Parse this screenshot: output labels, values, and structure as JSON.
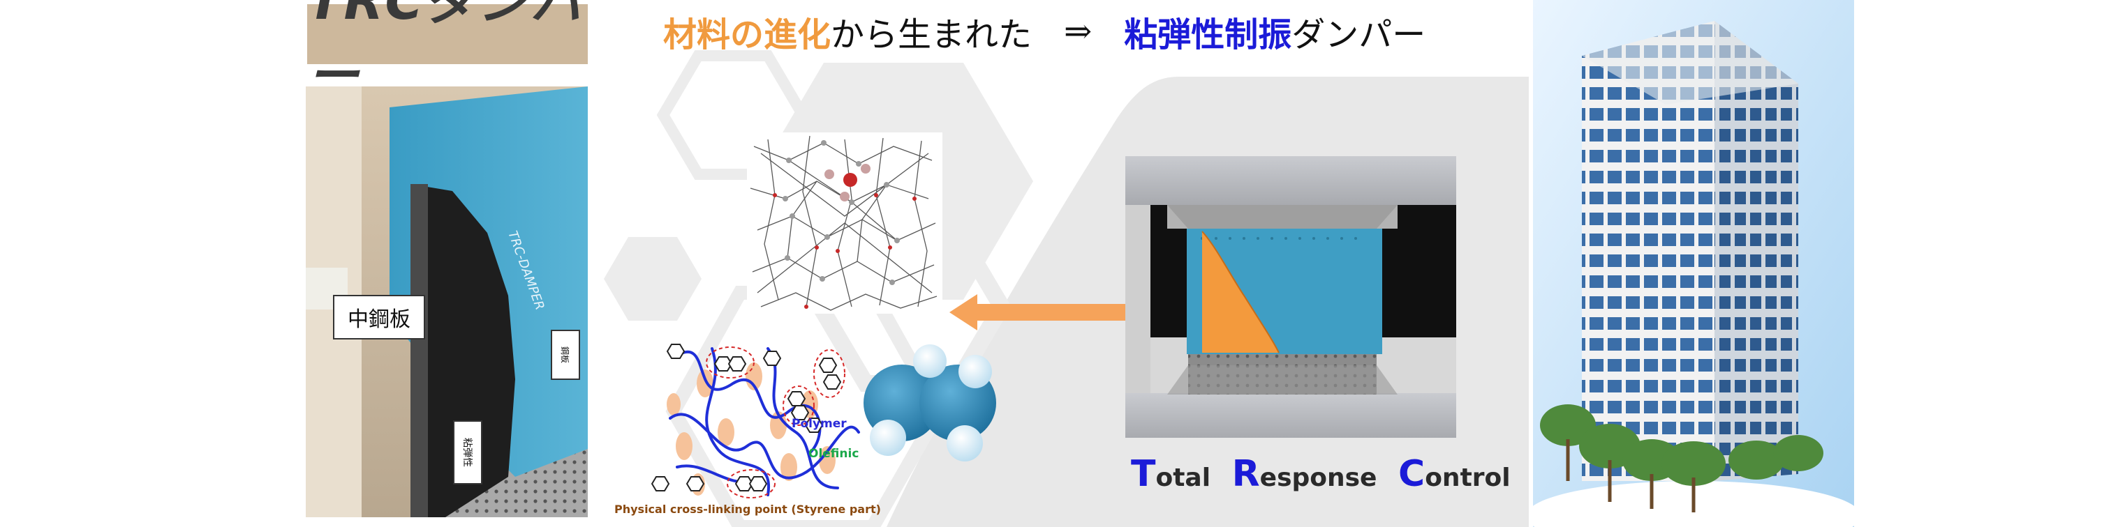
{
  "logo": {
    "text": "TRCダンパー"
  },
  "headline": {
    "part1": "材料の進化",
    "part2": "から生まれた",
    "arrow": "⇒",
    "part3": "粘弾性制振",
    "part4": "ダンパー"
  },
  "photo": {
    "label_middle_plate": "中鋼板",
    "label_viscoelastic": "粘弾性",
    "label_steel": "鋼板",
    "product_mark": "TRC-DAMPER"
  },
  "polymer_labels": {
    "polymer": "Polymer",
    "olefinic": "Olefinic",
    "cross_link": "Physical cross-linking point (Styrene part)"
  },
  "trc": {
    "t_cap": "T",
    "t_rest": "otal",
    "r_cap": "R",
    "r_rest": "esponse",
    "c_cap": "C",
    "c_rest": "ontrol"
  },
  "colors": {
    "orange": "#f09a3e",
    "blue": "#1b1bd8",
    "damper_teal": "#3f9ec4"
  }
}
